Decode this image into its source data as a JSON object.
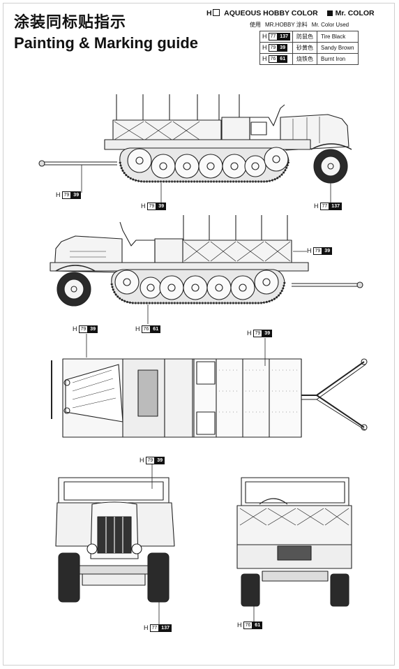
{
  "header": {
    "title_cn": "涂装同标贴指示",
    "title_en": "Painting & Marking guide"
  },
  "legend": {
    "aqueous_prefix": "H",
    "aqueous_label": "AQUEOUS HOBBY COLOR",
    "mr_color_label": "Mr. COLOR",
    "used_prefix": "使用",
    "mrhobby_label": "MR.HOBBY 涂料",
    "mr_color_used": "Mr. Color Used",
    "rows": [
      {
        "h": "H",
        "aqueous": "77",
        "mr": "137",
        "cn": "防鼠色",
        "en": "Tire Black"
      },
      {
        "h": "H",
        "aqueous": "79",
        "mr": "39",
        "cn": "砂黄色",
        "en": "Sandy Brown"
      },
      {
        "h": "H",
        "aqueous": "76",
        "mr": "61",
        "cn": "烧铁色",
        "en": "Burnt Iron"
      }
    ]
  },
  "callouts": [
    {
      "id": "side1_trailer",
      "h": "H",
      "aqueous": "79",
      "mr": "39"
    },
    {
      "id": "side1_body",
      "h": "H",
      "aqueous": "79",
      "mr": "39"
    },
    {
      "id": "side1_wheel",
      "h": "H",
      "aqueous": "77",
      "mr": "137"
    },
    {
      "id": "side2_body",
      "h": "H",
      "aqueous": "79",
      "mr": "39"
    },
    {
      "id": "side2_hood",
      "h": "H",
      "aqueous": "79",
      "mr": "39"
    },
    {
      "id": "side2_track",
      "h": "H",
      "aqueous": "76",
      "mr": "61"
    },
    {
      "id": "top_bed",
      "h": "H",
      "aqueous": "79",
      "mr": "39"
    },
    {
      "id": "front_top",
      "h": "H",
      "aqueous": "79",
      "mr": "39"
    },
    {
      "id": "front_wheel",
      "h": "H",
      "aqueous": "77",
      "mr": "137"
    },
    {
      "id": "rear_track",
      "h": "H",
      "aqueous": "76",
      "mr": "61"
    }
  ],
  "colors": {
    "line": "#222222",
    "body": "#f2f2f2",
    "tire": "#2a2a2a"
  }
}
